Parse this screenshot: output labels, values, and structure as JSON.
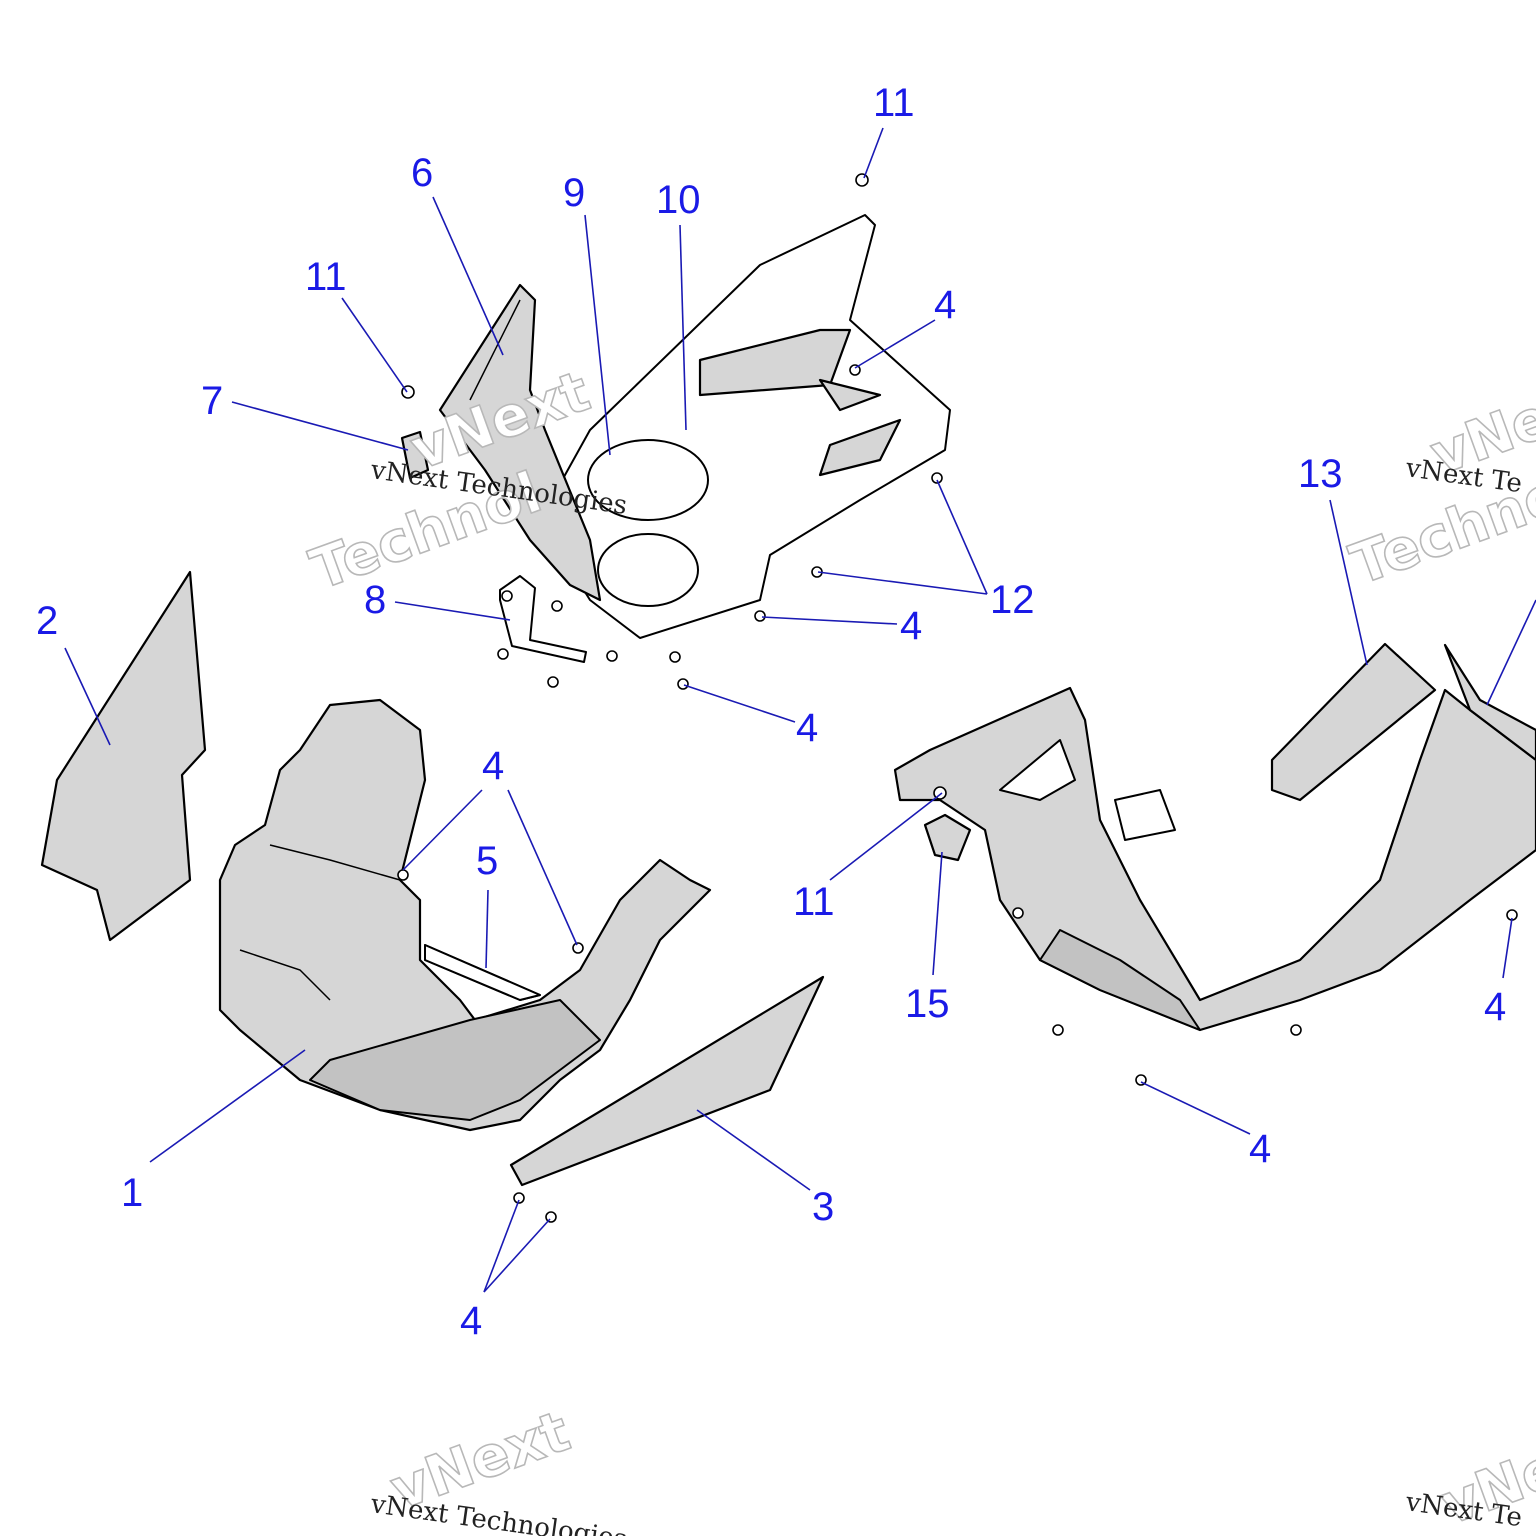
{
  "callouts": [
    {
      "id": "c11a",
      "label": "11"
    },
    {
      "id": "c6",
      "label": "6"
    },
    {
      "id": "c9",
      "label": "9"
    },
    {
      "id": "c10",
      "label": "10"
    },
    {
      "id": "c11b",
      "label": "11"
    },
    {
      "id": "c4a",
      "label": "4"
    },
    {
      "id": "c7",
      "label": "7"
    },
    {
      "id": "c13",
      "label": "13"
    },
    {
      "id": "c2",
      "label": "2"
    },
    {
      "id": "c8",
      "label": "8"
    },
    {
      "id": "c12",
      "label": "12"
    },
    {
      "id": "c4b",
      "label": "4"
    },
    {
      "id": "c4c",
      "label": "4"
    },
    {
      "id": "c4d",
      "label": "4"
    },
    {
      "id": "c5",
      "label": "5"
    },
    {
      "id": "c11c",
      "label": "11"
    },
    {
      "id": "c15",
      "label": "15"
    },
    {
      "id": "c4e",
      "label": "4"
    },
    {
      "id": "c1",
      "label": "1"
    },
    {
      "id": "c4f",
      "label": "4"
    },
    {
      "id": "c3",
      "label": "3"
    },
    {
      "id": "c4g",
      "label": "4"
    }
  ],
  "watermarks": {
    "vnext": "vNext",
    "technologies": "Technologies",
    "vnext_technologies": "vNext Technologies",
    "vnext_te": "vNext Te",
    "technol": "Technol",
    "vne": "vNe"
  },
  "colors": {
    "callout_text": "#1a1ae6",
    "leader_line": "#1a1ab4",
    "part_fill": "#d6d6d6"
  }
}
